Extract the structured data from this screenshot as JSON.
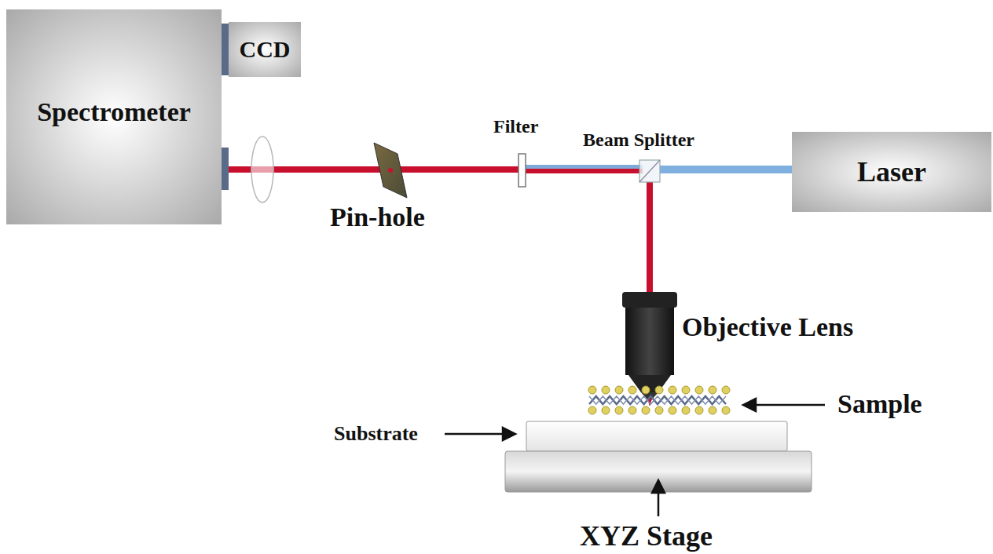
{
  "diagram": {
    "nodes": [
      {
        "text": [
          "Spectrometer"
        ]
      },
      {
        "text": [
          "CCD"
        ]
      },
      {
        "text": [
          "Laser"
        ]
      }
    ],
    "labels": [
      "Pin-hole",
      "Filter",
      "Beam Splitter",
      "Objective Lens",
      "Sample",
      "Substrate",
      "XYZ Stage"
    ]
  }
}
